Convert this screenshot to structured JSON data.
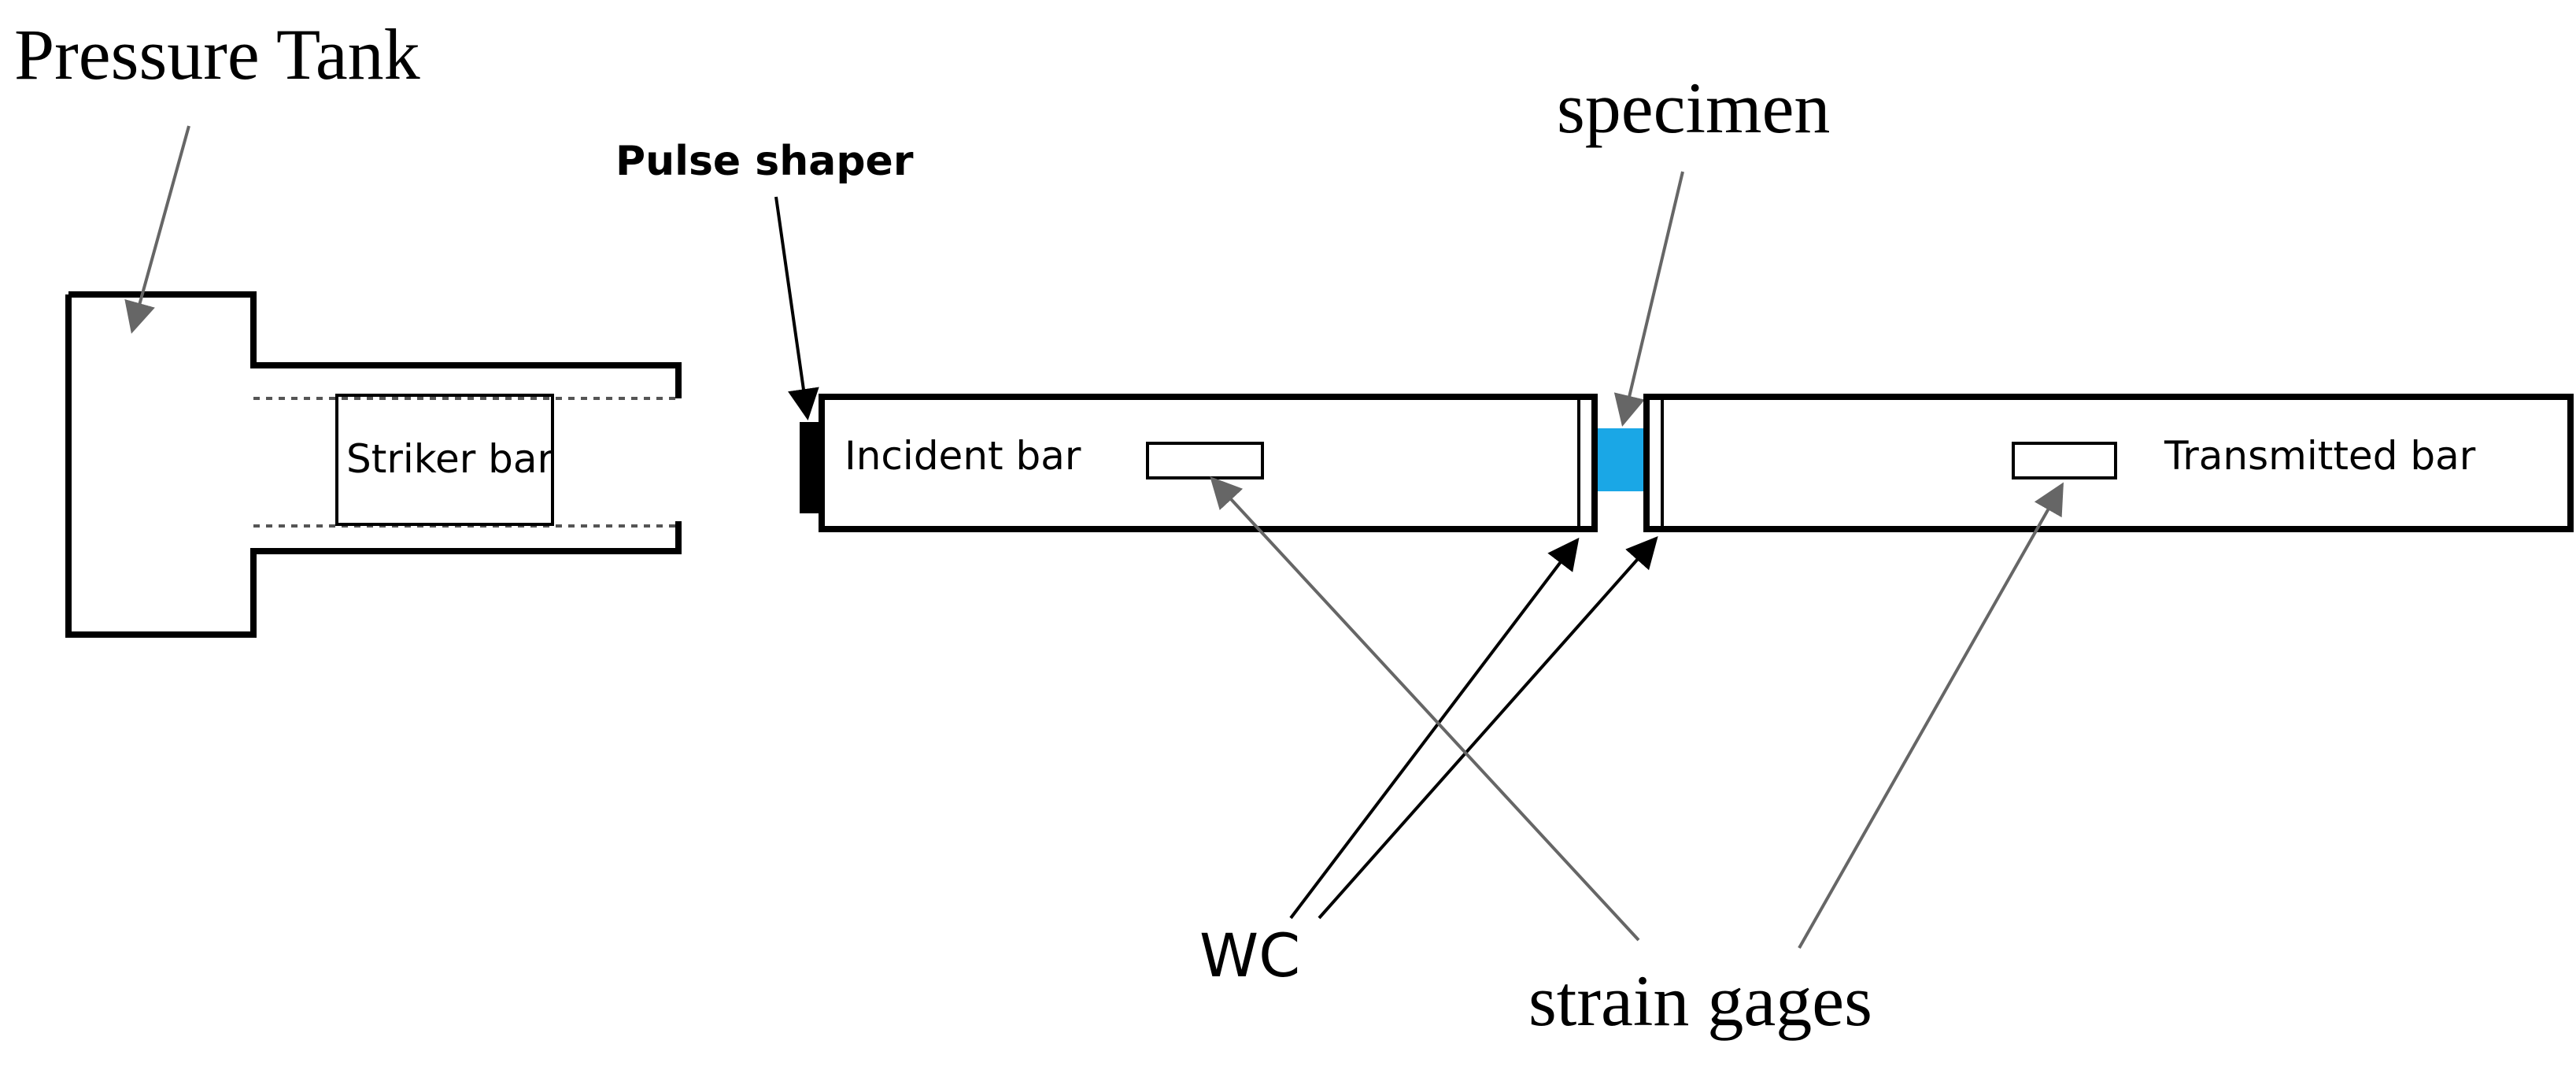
{
  "labels": {
    "pressure_tank": "Pressure Tank",
    "striker_bar": "Striker bar",
    "pulse_shaper": "Pulse shaper",
    "incident_bar": "Incident bar",
    "specimen": "specimen",
    "transmitted_bar": "Transmitted bar",
    "wc": "WC",
    "strain_gages": "strain gages"
  },
  "colors": {
    "specimen_fill": "#1aa7e6",
    "pulse_shaper_fill": "#000000",
    "line": "#000000",
    "leader_grey": "#666666"
  }
}
